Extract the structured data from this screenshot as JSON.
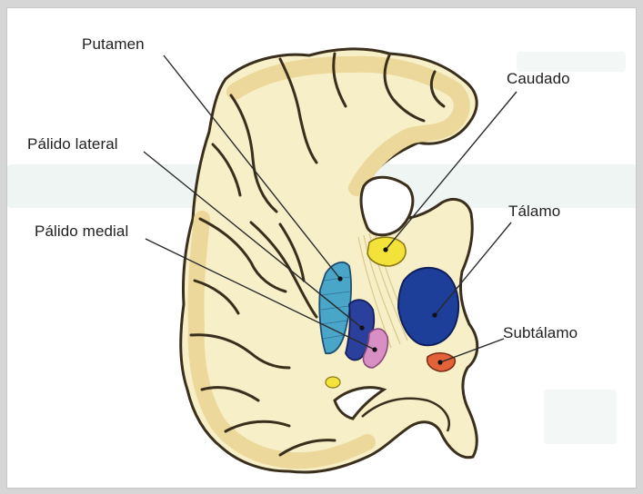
{
  "labels": {
    "putamen": "Putamen",
    "caudado": "Caudado",
    "palido_lateral": "Pálido lateral",
    "talamo": "Tálamo",
    "palido_medial": "Pálido medial",
    "subtalamo": "Subtálamo"
  },
  "colors": {
    "white_matter": "#f7efc8",
    "gray_matter": "#ecd89a",
    "outline": "#3a2e1c",
    "putamen": "#4aa6c8",
    "palido_lateral": "#2b3f9c",
    "palido_medial": "#d88fc4",
    "caudado": "#f3e23a",
    "talamo": "#1d3f9a",
    "subtalamo": "#e2623a"
  }
}
